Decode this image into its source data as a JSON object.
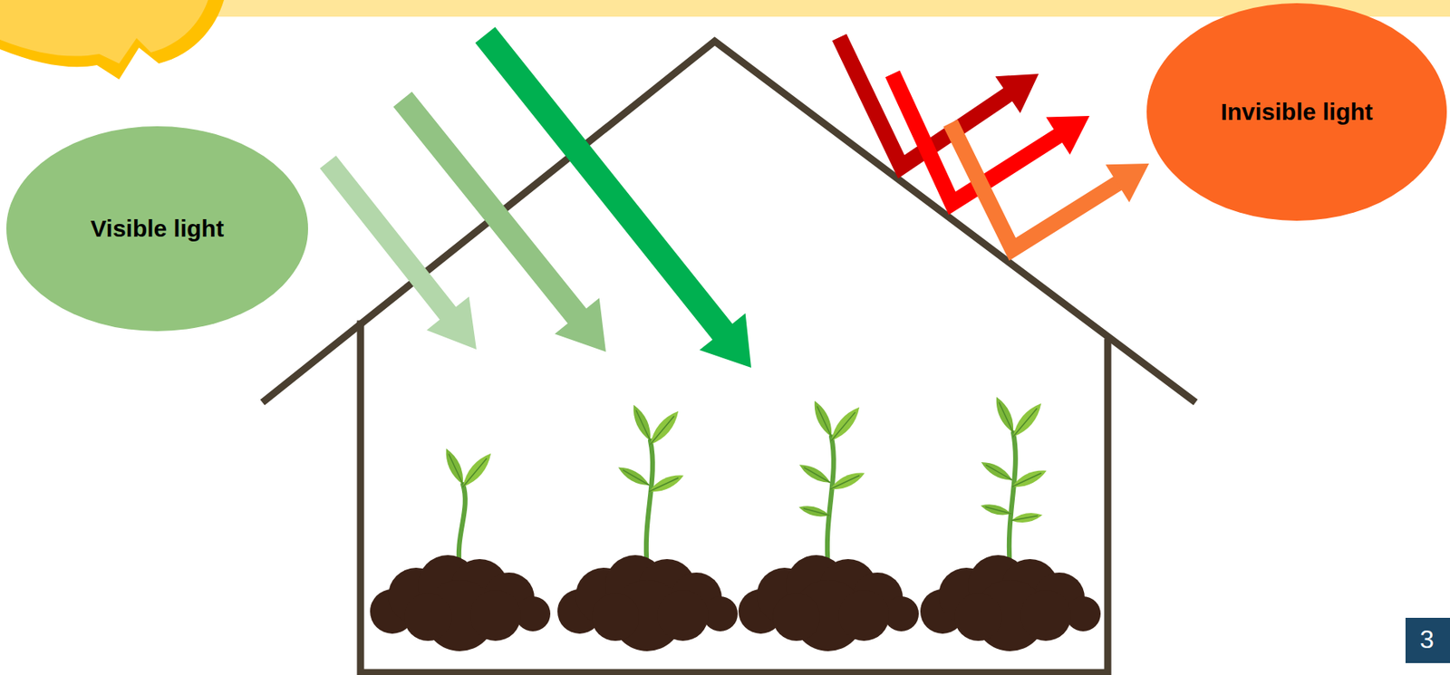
{
  "diagram": {
    "nodes": [
      {
        "text": [
          "Visible light"
        ]
      },
      {
        "text": [
          "Invisible light"
        ]
      }
    ],
    "labels": [
      "3"
    ]
  }
}
